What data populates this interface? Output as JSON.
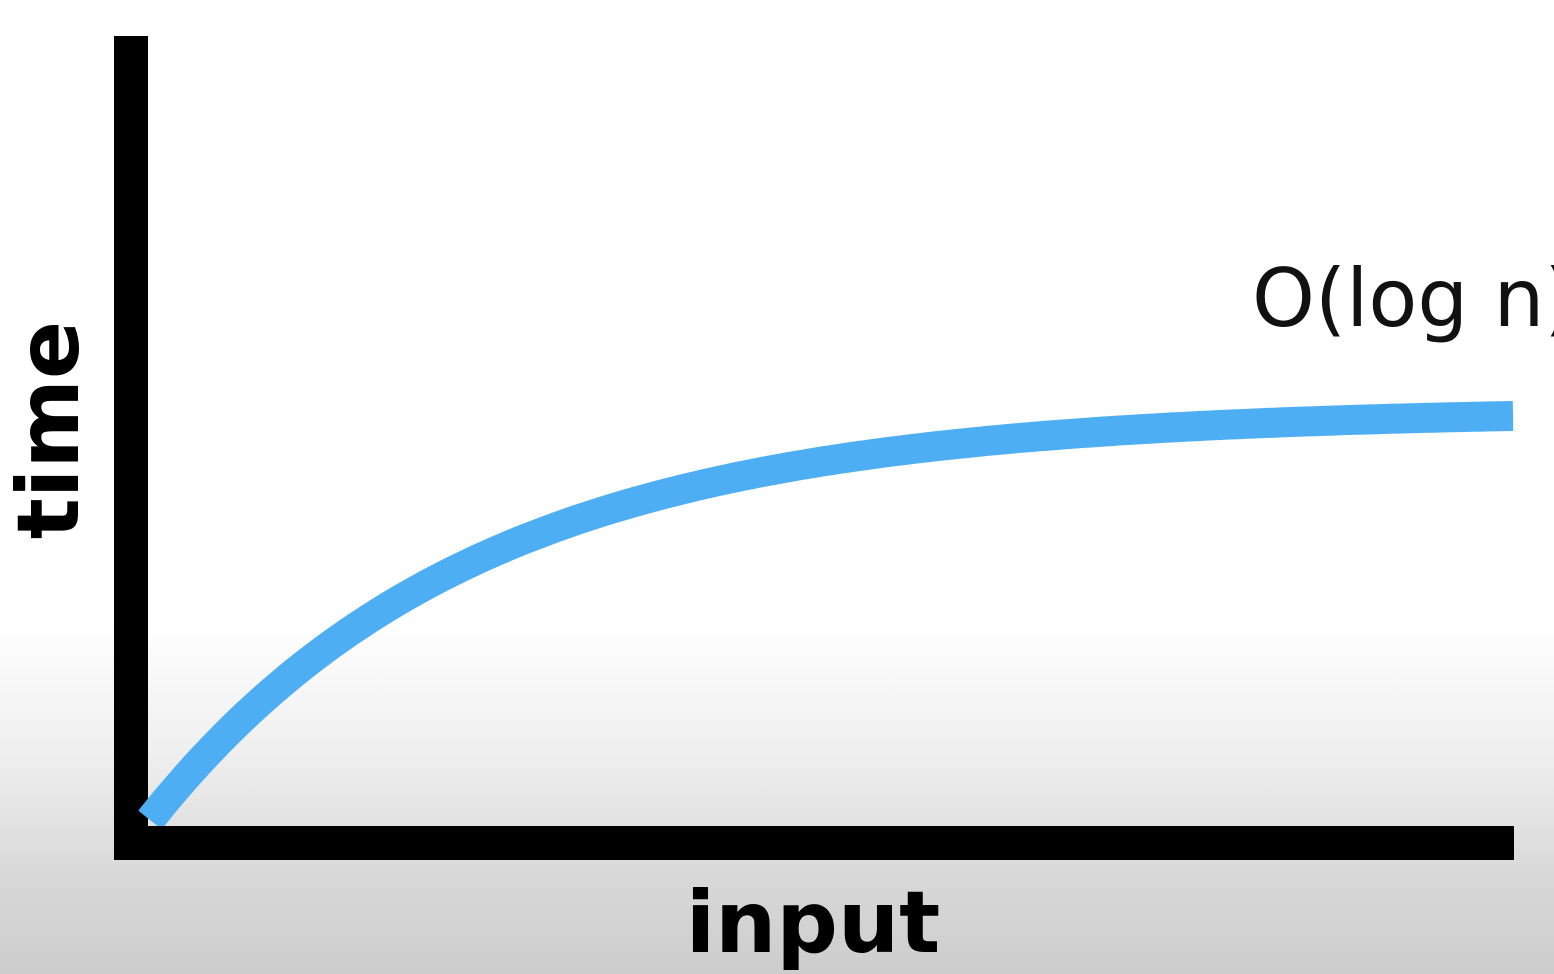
{
  "chart_data": {
    "type": "line",
    "title": "",
    "xlabel": "input",
    "ylabel": "time",
    "ticks": "none",
    "grid": false,
    "colors": {
      "axis": "#000000",
      "curve": "#4eaef3"
    },
    "series": [
      {
        "name": "O(log n)",
        "function": "logarithmic",
        "label_position": "above-right-end"
      }
    ]
  }
}
